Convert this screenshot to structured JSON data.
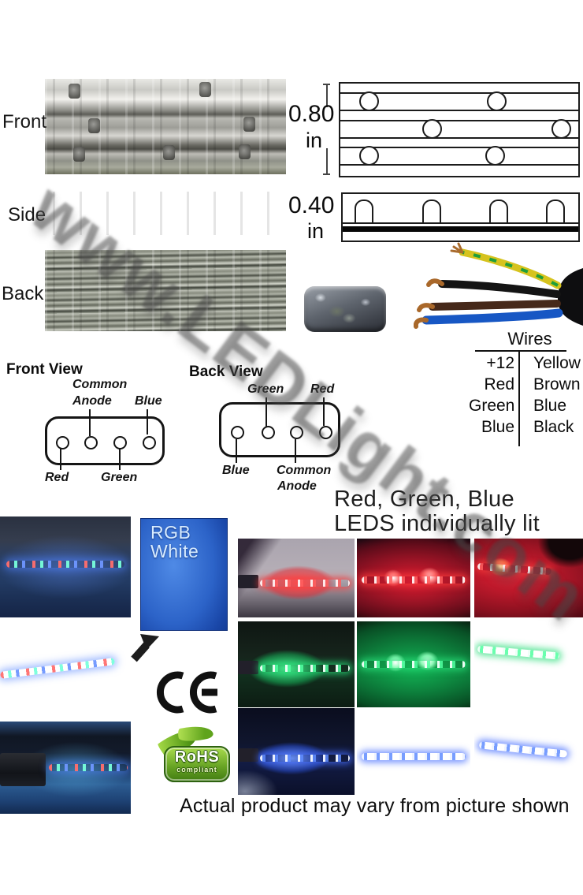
{
  "views": {
    "front": "Front",
    "side": "Side",
    "back": "Back"
  },
  "dimensions": {
    "height": {
      "value": "0.80",
      "unit": "in"
    },
    "depth": {
      "value": "0.40",
      "unit": "in"
    }
  },
  "wires_table": {
    "title": "Wires",
    "rows": [
      {
        "signal": "+12",
        "wire": "Yellow"
      },
      {
        "signal": "Red",
        "wire": "Brown"
      },
      {
        "signal": "Green",
        "wire": "Blue"
      },
      {
        "signal": "Blue",
        "wire": "Black"
      }
    ]
  },
  "front_view": {
    "title": "Front View",
    "top_mid_label_line1": "Common",
    "top_mid_label_line2": "Anode",
    "top_right_label": "Blue",
    "bottom_left_label": "Red",
    "bottom_mid_label": "Green"
  },
  "back_view": {
    "title": "Back View",
    "top_mid_label": "Green",
    "top_right_label": "Red",
    "bottom_left_label": "Blue",
    "bottom_mid_label_line1": "Common",
    "bottom_mid_label_line2": "Anode"
  },
  "caption": {
    "line1": "Red, Green, Blue",
    "line2": "LEDS individually lit"
  },
  "rgb_box": {
    "line1": "RGB",
    "line2": "White"
  },
  "certifications": {
    "ce": "CE",
    "rohs": "RoHS",
    "rohs_sub": "compliant"
  },
  "footer": "Actual product may vary from picture shown",
  "watermark": "www.LEDLight.com",
  "led_grid": {
    "row_colors": [
      "Red",
      "Green",
      "Blue"
    ],
    "accent_hex": {
      "red": "#d81f33",
      "green": "#17c064",
      "blue": "#2a55e0"
    }
  }
}
